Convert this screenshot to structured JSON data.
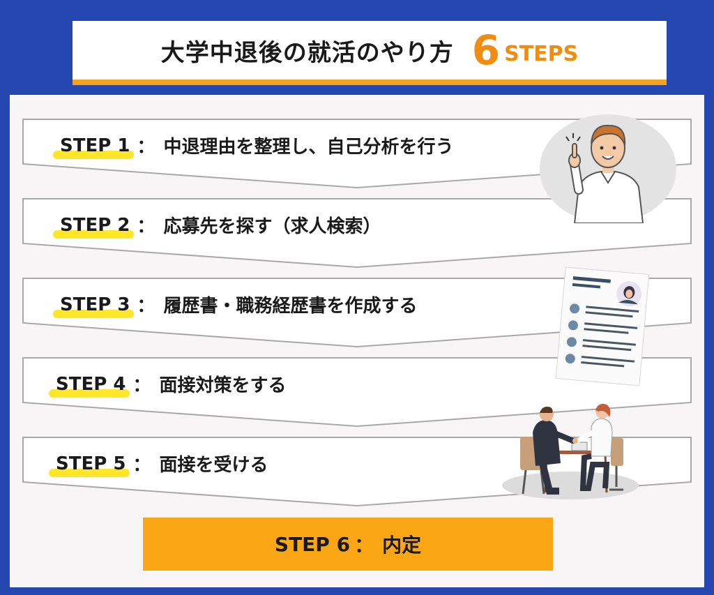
{
  "header": {
    "title": "大学中退後の就活のやり方",
    "count": "6",
    "steps_word": "STEPS"
  },
  "steps": [
    {
      "label": "STEP 1",
      "sep": "：",
      "text": "中退理由を整理し、自己分析を行う"
    },
    {
      "label": "STEP 2",
      "sep": "：",
      "text": "応募先を探す（求人検索）"
    },
    {
      "label": "STEP 3",
      "sep": "：",
      "text": "履歴書・職務経歴書を作成する"
    },
    {
      "label": "STEP 4",
      "sep": "：",
      "text": "面接対策をする"
    },
    {
      "label": "STEP 5",
      "sep": "：",
      "text": "面接を受ける"
    }
  ],
  "final_step": {
    "label": "STEP 6",
    "sep": "：",
    "text": "内定"
  },
  "colors": {
    "background": "#2547b0",
    "accent_orange": "#f08c10",
    "final_box": "#fba615",
    "highlight": "#ffe629"
  },
  "icons": [
    "pointing-man-illustration",
    "resume-document-illustration",
    "job-interview-illustration"
  ]
}
